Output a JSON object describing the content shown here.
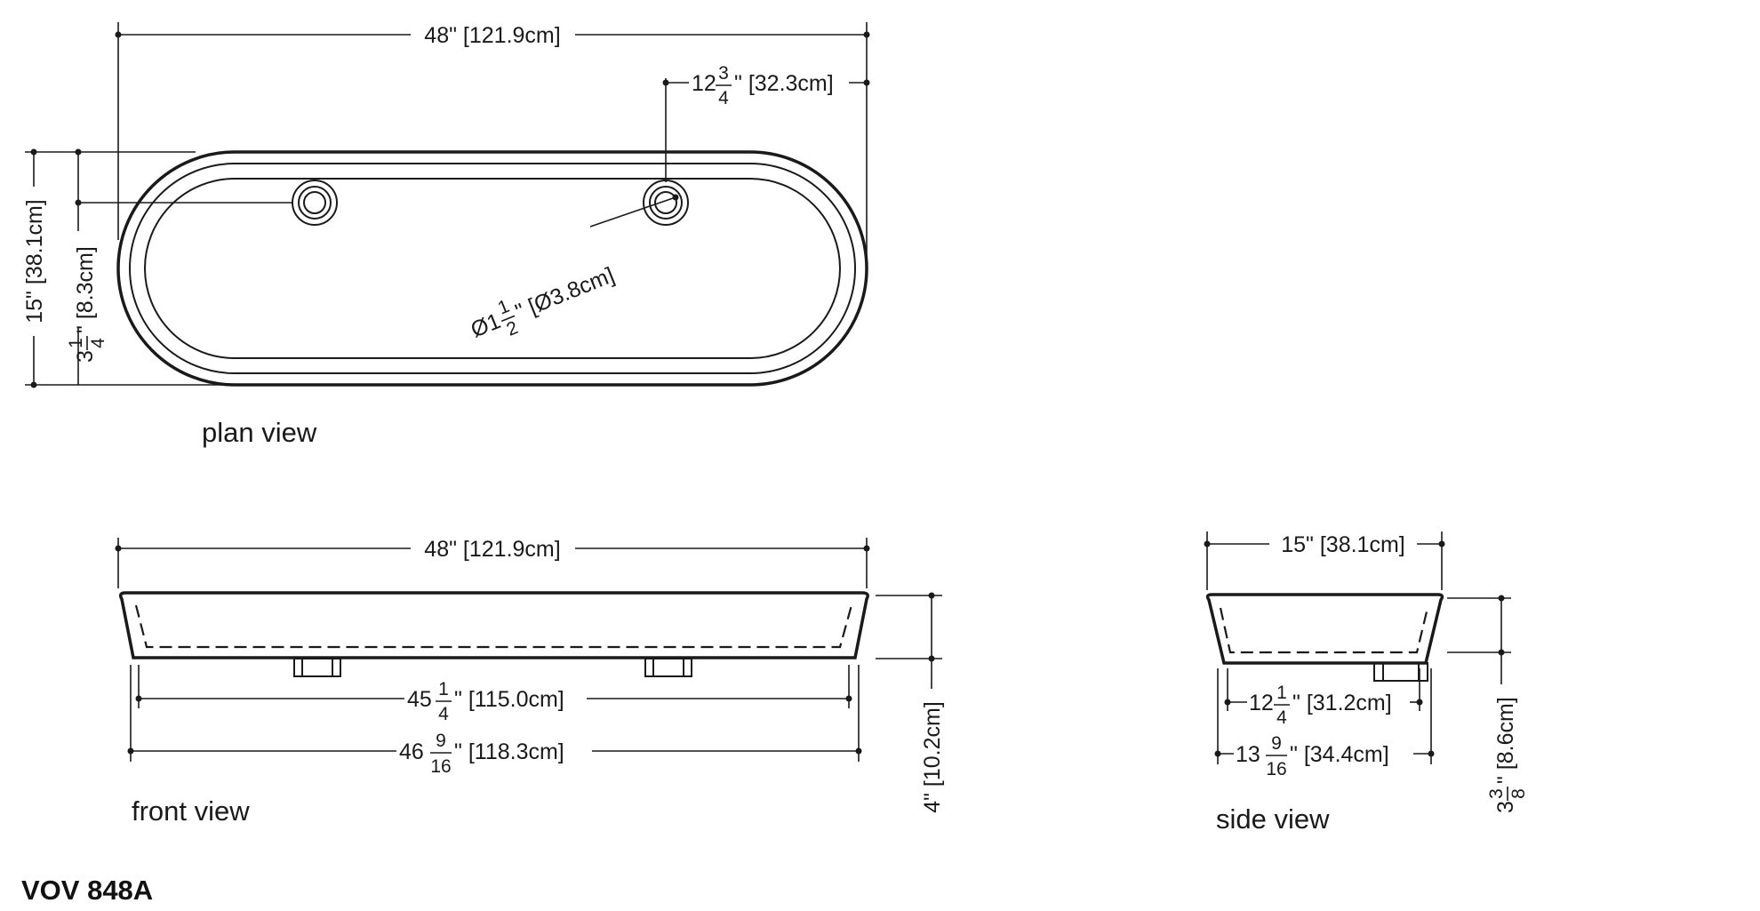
{
  "model": "VOV 848A",
  "views": {
    "plan": "plan view",
    "front": "front view",
    "side": "side view"
  },
  "dimensions": {
    "plan_width": "48\" [121.9cm]",
    "plan_depth": "15\" [38.1cm]",
    "drain_offset_whole": "12",
    "drain_offset_num": "3",
    "drain_offset_den": "4",
    "drain_offset_rest": "\" [32.3cm]",
    "drain_inset_whole": "3",
    "drain_inset_num": "1",
    "drain_inset_den": "4",
    "drain_inset_rest": "\" [8.3cm]",
    "drain_dia_prefix": "Ø1",
    "drain_dia_num": "1",
    "drain_dia_den": "2",
    "drain_dia_rest": "\" [Ø3.8cm]",
    "front_width": "48\" [121.9cm]",
    "front_inner_whole": "45",
    "front_inner_num": "1",
    "front_inner_den": "4",
    "front_inner_rest": "\" [115.0cm]",
    "front_base_whole": "46",
    "front_base_num": "9",
    "front_base_den": "16",
    "front_base_rest": "\" [118.3cm]",
    "front_height": "4\" [10.2cm]",
    "side_width": "15\" [38.1cm]",
    "side_inner_whole": "12",
    "side_inner_num": "1",
    "side_inner_den": "4",
    "side_inner_rest": "\" [31.2cm]",
    "side_base_whole": "13",
    "side_base_num": "9",
    "side_base_den": "16",
    "side_base_rest": "\" [34.4cm]",
    "side_height_whole": "3",
    "side_height_num": "3",
    "side_height_den": "8",
    "side_height_rest": "\" [8.6cm]"
  }
}
